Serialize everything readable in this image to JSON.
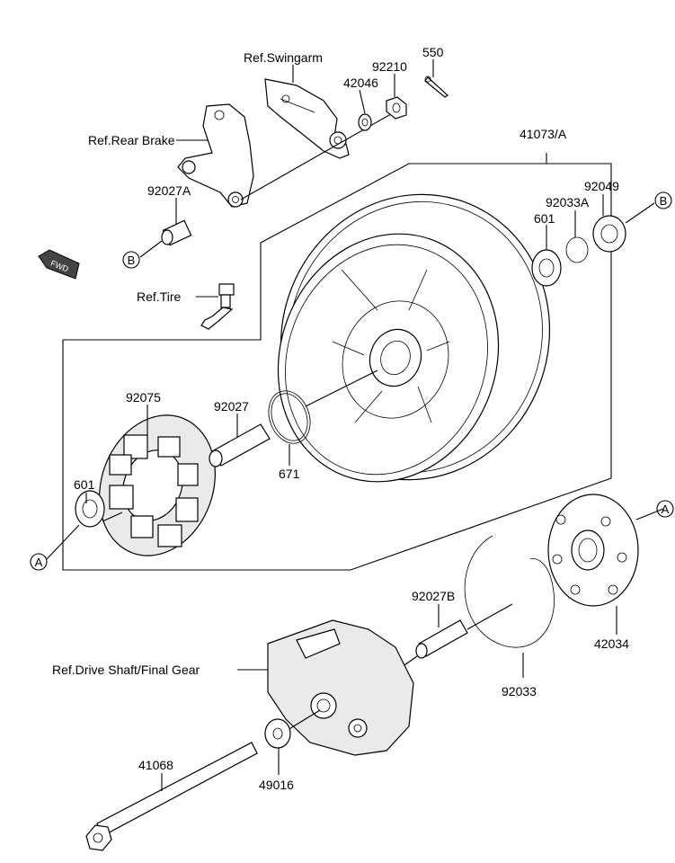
{
  "labels": {
    "ref_swingarm": "Ref.Swingarm",
    "ref_rear_brake": "Ref.Rear Brake",
    "ref_tire": "Ref.Tire",
    "ref_drive_shaft": "Ref.Drive Shaft/Final Gear",
    "p550": "550",
    "p92210": "92210",
    "p42046": "42046",
    "p41073a": "41073/A",
    "p92049": "92049",
    "p92033a": "92033A",
    "p601_top": "601",
    "p92027a": "92027A",
    "p92075": "92075",
    "p92027": "92027",
    "p671": "671",
    "p601_left": "601",
    "p92027b": "92027B",
    "p92033": "92033",
    "p42034": "42034",
    "p41068": "41068",
    "p49016": "49016"
  },
  "callouts": {
    "a": "A",
    "b": "B"
  },
  "fwd": "FWD"
}
